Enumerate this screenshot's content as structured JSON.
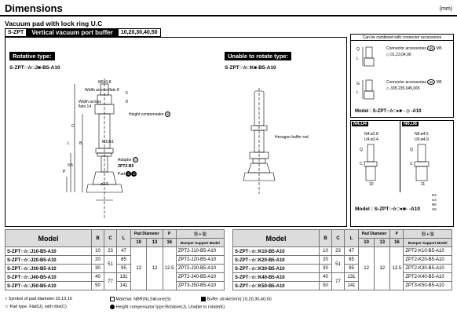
{
  "header": {
    "title": "Dimensions",
    "unit": "(mm)"
  },
  "section_title": "Vacuum pad with lock ring  U.C",
  "product": {
    "code": "S-ZPT",
    "name": "Vertical vacuum port buffer",
    "sizes": "10,20,30,40,50"
  },
  "rotative": {
    "heading": "Rotative type:",
    "model_code": "S-ZPT○☆□J■-B5-A10",
    "labels": {
      "m5": "M5x0.8",
      "flats8": "Width across flats 8",
      "flats14": "Width across flats 14",
      "height_comp": "Height compensator",
      "height_comp_no": "⑩",
      "l": "L",
      "c": "C",
      "b": "B",
      "m10": "M10x1",
      "dim95": "9.5",
      "p": "P",
      "adaptor": "Adaptor",
      "adaptor_no": "⑫",
      "zpt": "ZPT2-B5",
      "pad": "Pad",
      "pad_no1": "①",
      "pad_no2": "②",
      "phi25": "ø2.5",
      "dim5": "5",
      "dim8": "8"
    }
  },
  "unrotative": {
    "heading": "Unable to rotate type:",
    "model_code": "S-ZPT○☆□K■-B5-A10",
    "hex_label": "Hexagon buffer rod"
  },
  "accessories": {
    "heading": "Can be combined with connector accessories",
    "acc1": {
      "name": "Connector accessories",
      "no": "a5",
      "thread": "M5",
      "codes": "◇ 01,23,04,06"
    },
    "acc2": {
      "name": "Connector accessories",
      "no": "a6",
      "thread": "M5",
      "codes": "◇ 335,235,045,065"
    },
    "model_label": "Model :",
    "model_code": "S-ZPT○☆□●■ - ◇ -A10",
    "lq": "L",
    "g": "G",
    "qlabel": "Q"
  },
  "nports": {
    "tab1": "N4,U4",
    "tab2": "N6,U6",
    "n4": "N4:ø2.8",
    "u4": "U4:ø3.4",
    "n6": "N6:ø4.5",
    "u6": "U6:ø4.9",
    "model_label": "Model :",
    "model_code": "S-ZPT○☆□●■-   -A10",
    "options": [
      "N4",
      "U4",
      "N6",
      "U6"
    ],
    "q": "Q",
    "c": "C",
    "dim10": "10",
    "dim11": "11"
  },
  "table_headers": {
    "model": "Model",
    "b": "B",
    "c": "C",
    "l": "L",
    "pad_diameter": "Pad Diameter",
    "p": "P",
    "pad_sizes": [
      "10",
      "13",
      "16"
    ],
    "bumper": "Bumper Support Model",
    "bumper_nos": "⑪ + ⑫"
  },
  "p_values": [
    "12",
    "12",
    "12.5"
  ],
  "table_left": {
    "rows": [
      {
        "model": "S-ZPT○☆□J10-B5-A10",
        "b": "10",
        "c": "23",
        "l": "47",
        "bumper": "ZPT2-J10-B5-A10"
      },
      {
        "model": "S-ZPT○☆□J20-B5-A10",
        "b": "20",
        "c": "51",
        "l": "85",
        "bumper": "ZPT2-J20-B5-A10"
      },
      {
        "model": "S-ZPT○☆□J30-B5-A10",
        "b": "30",
        "c": "",
        "l": "95",
        "bumper": "ZPT2-J30-B5-A10"
      },
      {
        "model": "S-ZPT○☆□J40-B5-A10",
        "b": "40",
        "c": "77",
        "l": "131",
        "bumper": "ZPT2-J40-B5-A10"
      },
      {
        "model": "S-ZPT○☆□J50-B5-A10",
        "b": "50",
        "c": "",
        "l": "141",
        "bumper": "ZPT3-J50-B5-A10"
      }
    ]
  },
  "table_right": {
    "rows": [
      {
        "model": "S-ZPT○☆□K10-B5-A10",
        "b": "10",
        "c": "23",
        "l": "47",
        "bumper": "ZPT2-K10-B5-A10"
      },
      {
        "model": "S-ZPT○☆□K20-B5-A10",
        "b": "20",
        "c": "51",
        "l": "85",
        "bumper": "ZPT2-K20-B5-A10"
      },
      {
        "model": "S-ZPT○☆□K30-B5-A10",
        "b": "30",
        "c": "",
        "l": "95",
        "bumper": "ZPT2-K30-B5-A10"
      },
      {
        "model": "S-ZPT○☆□K40-B5-A10",
        "b": "40",
        "c": "77",
        "l": "131",
        "bumper": "ZPT2-K40-B5-A10"
      },
      {
        "model": "S-ZPT○☆□K50-B5-A10",
        "b": "50",
        "c": "",
        "l": "141",
        "bumper": "ZPT3-K50-B5-A10"
      }
    ]
  },
  "legend": {
    "l1": "○ Symbol of pad diameter:10,13,16",
    "l2": "☆ Pad type: Flat(U), with ribs(C)",
    "l3": "Material: NBR(N),Silicone(S)",
    "l4": "Buffer stroke(mm):10,20,30,40,50",
    "l5": "Height compensator type:Rotative(J), Unable to rotate(K)"
  }
}
